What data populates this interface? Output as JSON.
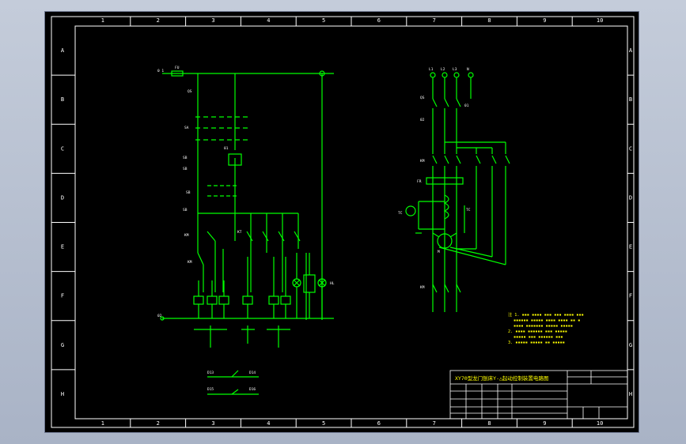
{
  "sheet": {
    "col_labels": [
      "1",
      "2",
      "3",
      "4",
      "5",
      "6",
      "7",
      "8",
      "9",
      "10"
    ],
    "row_labels": [
      "A",
      "B",
      "C",
      "D",
      "E",
      "F",
      "G",
      "H"
    ]
  },
  "title_block": {
    "title": "XY70型龙门刨床Y-△起动控制装置电路图"
  },
  "notes": {
    "lines": [
      "注 1. ▪▪▪ ▪▪▪▪ ▪▪▪ ▪▪▪ ▪▪▪▪ ▪▪▪",
      "▪▪▪▪▪▪ ▪▪▪▪▪ ▪▪▪▪ ▪▪▪▪ ▪▪ ▪",
      "▪▪▪▪ ▪▪▪▪▪▪▪ ▪▪▪▪▪ ▪▪▪▪▪",
      "2. ▪▪▪▪ ▪▪▪▪▪▪ ▪▪▪ ▪▪▪▪▪",
      "▪▪▪▪▪ ▪▪▪ ▪▪▪▪▪▪ ▪▪▪",
      "3. ▪▪▪▪▪ ▪▪▪▪▪ ▪▪ ▪▪▪▪▪"
    ]
  },
  "colors": {
    "frame": "#ffffff",
    "wire": "#00ff00",
    "label": "#ffffff",
    "note": "#ffff00",
    "component": "#ffff00"
  }
}
